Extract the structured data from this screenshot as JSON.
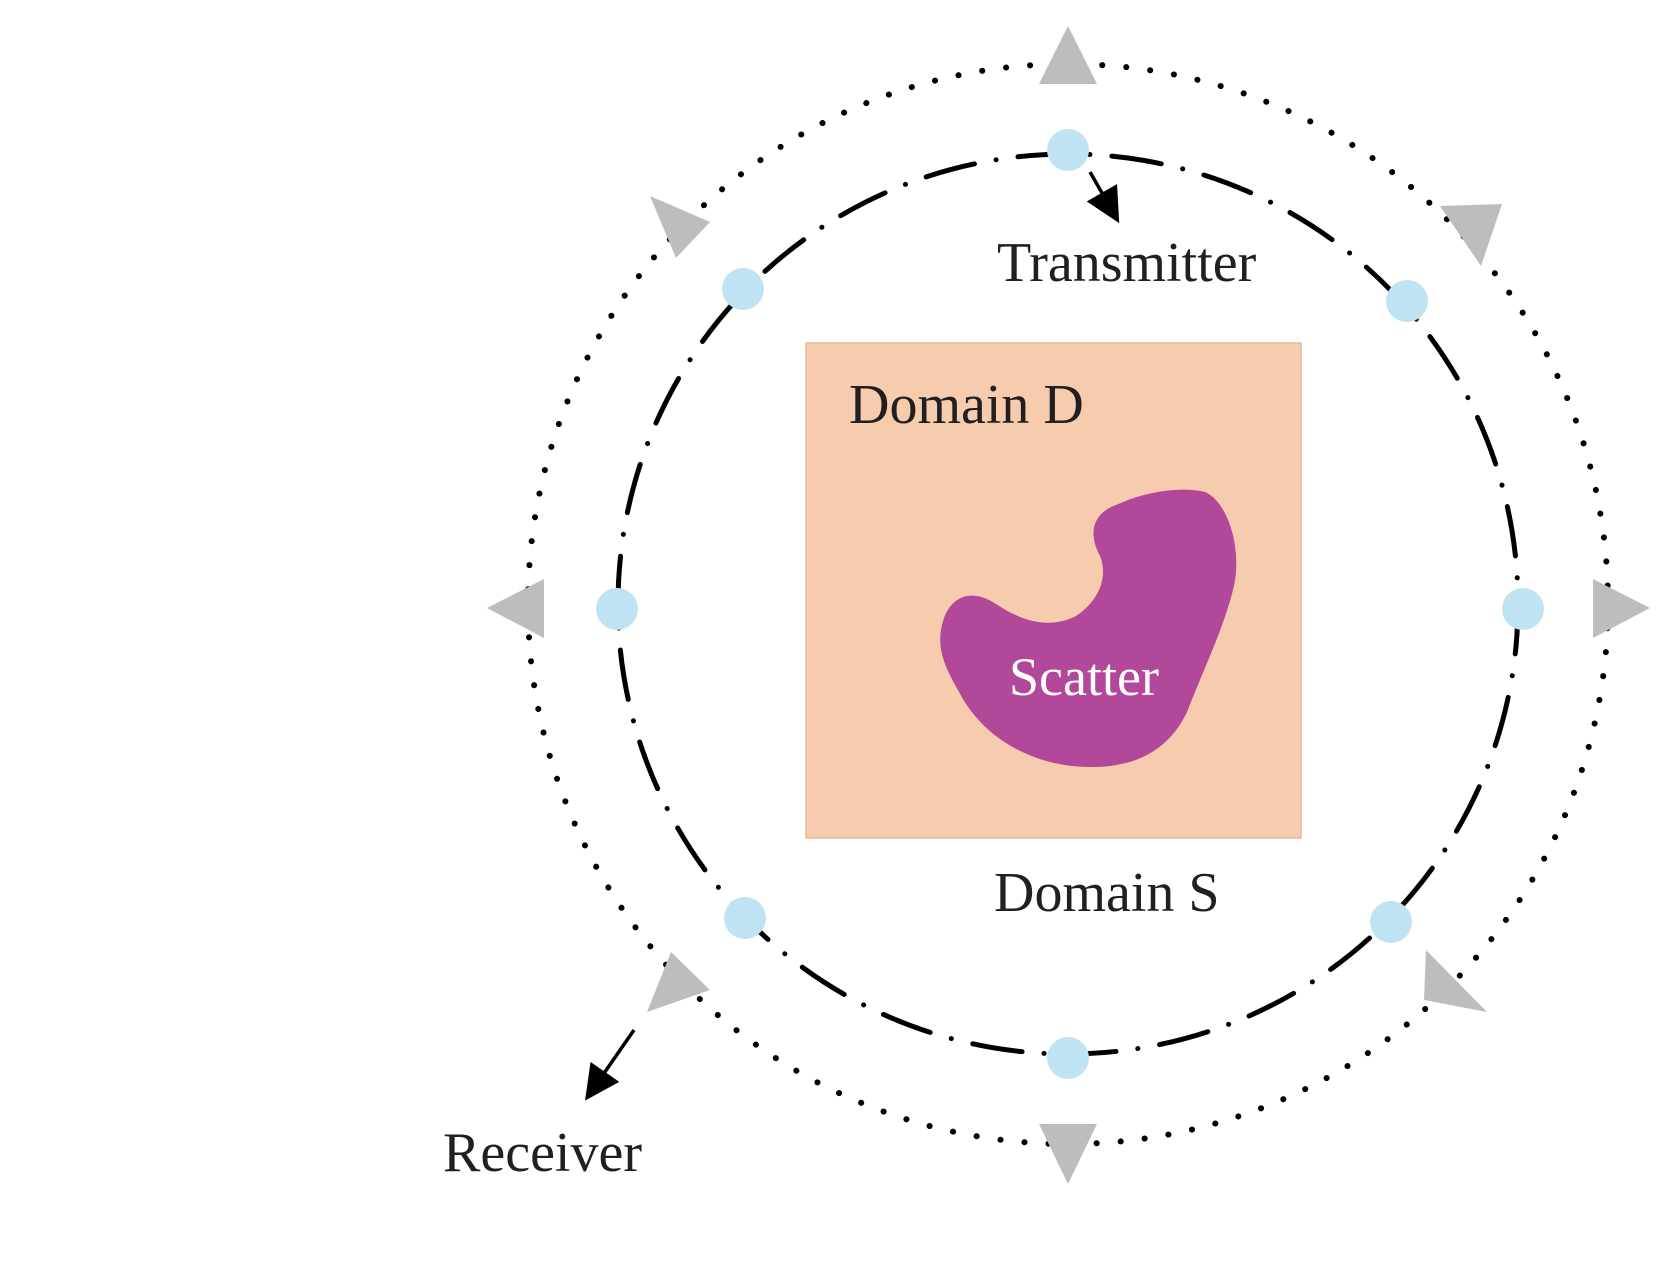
{
  "labels": {
    "transmitter": "Transmitter",
    "receiver": "Receiver",
    "domain_d": "Domain D",
    "domain_s": "Domain S",
    "scatter": "Scatter"
  },
  "colors": {
    "domain_fill": "#f7cbad",
    "domain_border": "#e6b89a",
    "scatter_fill": "#b2489a",
    "scatter_text": "#ffffff",
    "transmitter_dot": "#bfe3f3",
    "receiver_arrowhead": "#bdbdbd",
    "circle_stroke": "#000000",
    "label_text": "#231f20"
  },
  "icons": {
    "transmitter": "circle-dot-icon",
    "receiver": "triangle-arrowhead-icon",
    "pointer": "arrow-icon"
  }
}
